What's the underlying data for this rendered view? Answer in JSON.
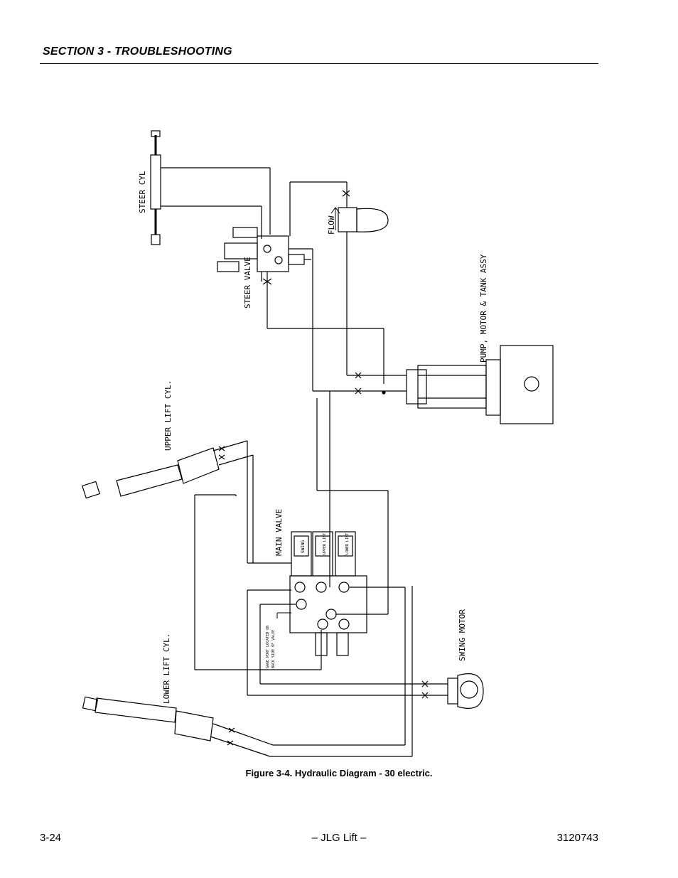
{
  "header": {
    "section_title": "SECTION 3 - TROUBLESHOOTING"
  },
  "diagram": {
    "labels": {
      "steer_cyl": "STEER CYL",
      "steer_valve": "STEER VALVE",
      "flow": "FLOW",
      "pump_assy": "PUMP, MOTOR & TANK ASSY",
      "upper_lift_cyl": "UPPER LIFT CYL.",
      "lower_lift_cyl": "LOWER LIFT CYL.",
      "main_valve": "MAIN VALVE",
      "swing_motor": "SWING MOTOR",
      "gauge_port_1": "GAGE PORT LOCATED ON",
      "gauge_port_2": "BACK SIDE OF VALVE",
      "sol_swing": "SWING",
      "sol_upper_lift": "UPPER LIFT",
      "sol_lower_lift": "LOWER LIFT"
    }
  },
  "caption": {
    "text": "Figure 3-4.  Hydraulic Diagram - 30 electric."
  },
  "footer": {
    "page": "3-24",
    "center": "– JLG Lift –",
    "doc_number": "3120743"
  }
}
